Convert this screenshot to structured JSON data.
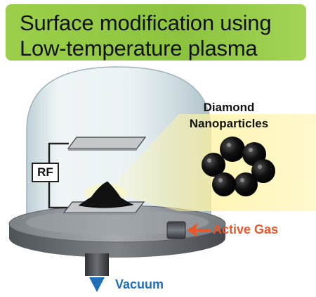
{
  "title": {
    "line1": "Surface modification using",
    "line2": "Low-temperature plasma"
  },
  "labels": {
    "rf": "RF",
    "nanoparticles_line1": "Diamond",
    "nanoparticles_line2": "Nanoparticles",
    "active_gas": "Active Gas",
    "vacuum": "Vacuum"
  },
  "colors": {
    "banner": "#8cc43f",
    "active_gas": "#e8582a",
    "vacuum": "#1f6fb8",
    "glow": "#fff3a8",
    "bell_jar": "#cfe0e6",
    "base_plate": "#8a8f94"
  },
  "icons": [
    "active-gas-arrow-icon",
    "vacuum-arrow-icon"
  ]
}
